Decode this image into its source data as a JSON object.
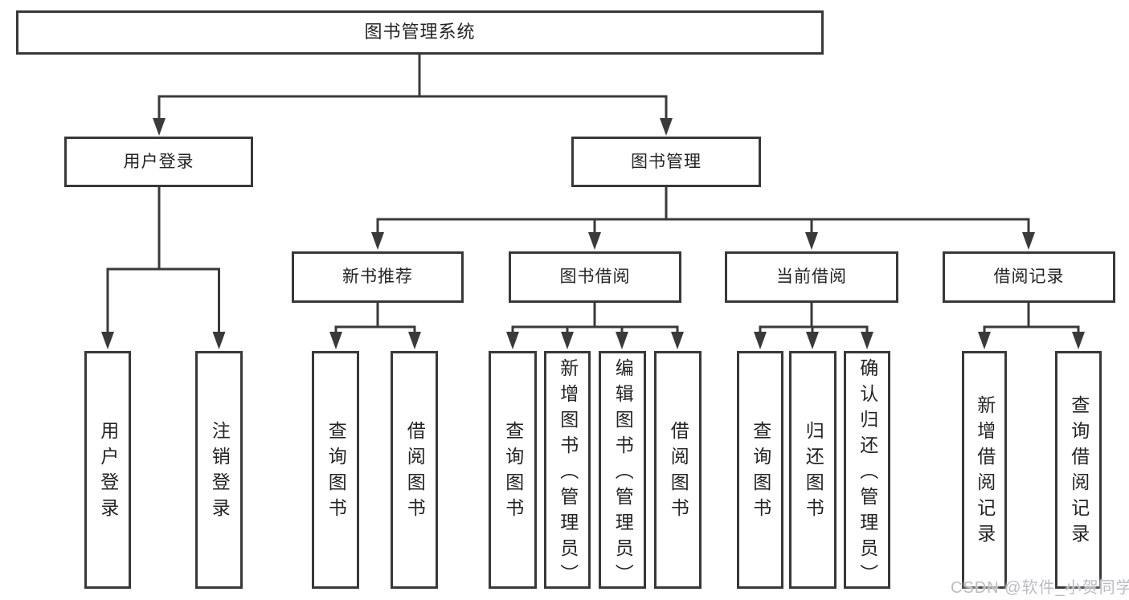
{
  "diagram": {
    "root": {
      "label": "图书管理系统"
    },
    "level2": [
      {
        "label": "用户登录"
      },
      {
        "label": "图书管理"
      }
    ],
    "level3": [
      {
        "label": "新书推荐"
      },
      {
        "label": "图书借阅"
      },
      {
        "label": "当前借阅"
      },
      {
        "label": "借阅记录"
      }
    ],
    "leaves": {
      "user_login": [
        {
          "label": "用户登录"
        },
        {
          "label": "注销登录"
        }
      ],
      "new_book_recommend": [
        {
          "label": "查询图书"
        },
        {
          "label": "借阅图书"
        }
      ],
      "book_borrow": [
        {
          "label": "查询图书"
        },
        {
          "label": "新增图书（管理员）"
        },
        {
          "label": "编辑图书（管理员）"
        },
        {
          "label": "借阅图书"
        }
      ],
      "current_borrow": [
        {
          "label": "查询图书"
        },
        {
          "label": "归还图书"
        },
        {
          "label": "确认归还（管理员）"
        }
      ],
      "borrow_records": [
        {
          "label": "新增借阅记录"
        },
        {
          "label": "查询借阅记录"
        }
      ]
    },
    "watermark": "CSDN @软件_小贺同学",
    "colors": {
      "line": "#3a3a3a",
      "text": "#242424",
      "watermark": "#b9bdc2",
      "background": "#ffffff"
    }
  }
}
